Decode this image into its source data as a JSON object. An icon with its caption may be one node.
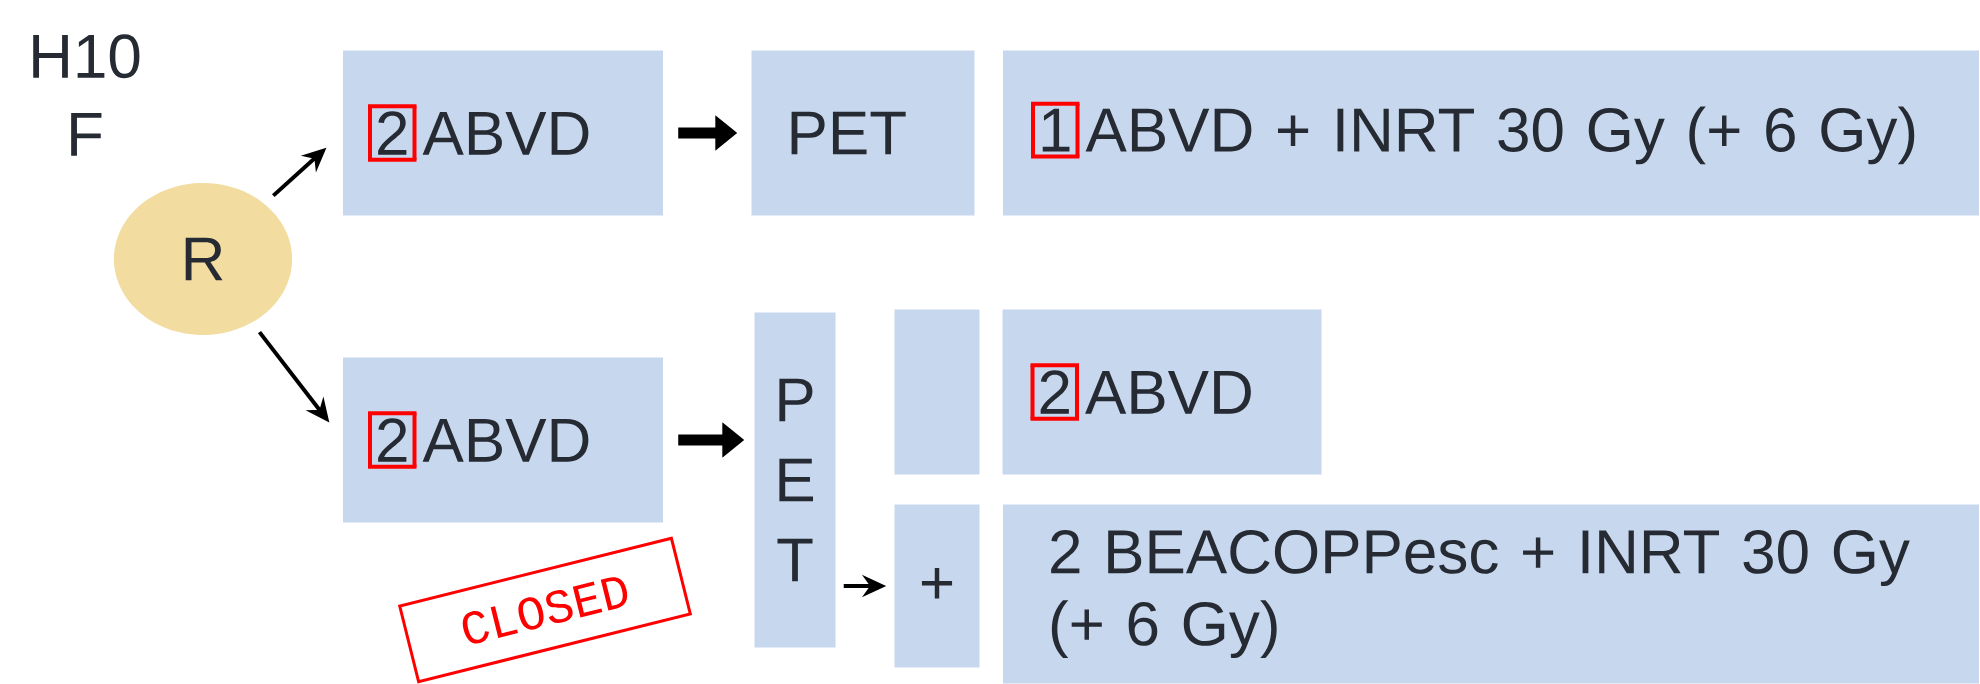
{
  "diagram": {
    "title": "H10 F",
    "nodes": [
      {
        "text": [
          "R"
        ]
      },
      {
        "text": [
          "2",
          "ABVD"
        ]
      },
      {
        "text": [
          "PET"
        ]
      },
      {
        "text": [
          "1",
          "ABVD + INRT 30 Gy (+ 6 Gy)"
        ]
      },
      {
        "text": [
          "2",
          "ABVD"
        ]
      },
      {
        "text": [
          "P E T"
        ]
      },
      {
        "text": [],
        "shape": "box"
      },
      {
        "text": [
          "2",
          "ABVD"
        ]
      },
      {
        "text": [
          "+"
        ]
      },
      {
        "text": [
          "2 BEACOPPesc + INRT 30 Gy (+ 6 Gy)"
        ]
      }
    ],
    "edges": [
      {
        "from": 0,
        "to": 1,
        "arrow": "to"
      },
      {
        "from": 0,
        "to": 4,
        "arrow": "to"
      },
      {
        "from": 1,
        "to": 2,
        "arrow": "to",
        "style": "thick"
      },
      {
        "from": 4,
        "to": 5,
        "arrow": "to",
        "style": "thick"
      },
      {
        "from": 5,
        "to": 8,
        "arrow": "to"
      }
    ],
    "labels": [
      "CLOSED"
    ]
  }
}
